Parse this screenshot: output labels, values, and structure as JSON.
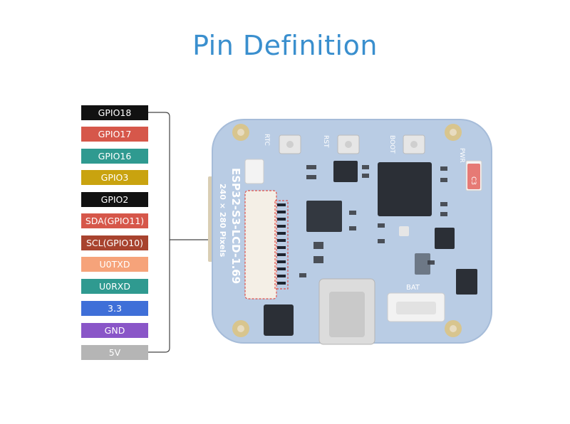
{
  "title": "Pin Definition",
  "pins": [
    {
      "label": "GPIO18",
      "bg": "#111111",
      "fg": "#ffffff"
    },
    {
      "label": "GPIO17",
      "bg": "#d6574a",
      "fg": "#ffffff"
    },
    {
      "label": "GPIO16",
      "bg": "#2f9a90",
      "fg": "#ffffff"
    },
    {
      "label": "GPIO3",
      "bg": "#c9a30f",
      "fg": "#ffffff"
    },
    {
      "label": "GPIO2",
      "bg": "#111111",
      "fg": "#ffffff"
    },
    {
      "label": "SDA(GPIO11)",
      "bg": "#d6574a",
      "fg": "#ffffff"
    },
    {
      "label": "SCL(GPIO10)",
      "bg": "#a8432e",
      "fg": "#ffffff"
    },
    {
      "label": "U0TXD",
      "bg": "#f6a37a",
      "fg": "#ffffff"
    },
    {
      "label": "U0RXD",
      "bg": "#2f9a90",
      "fg": "#ffffff"
    },
    {
      "label": "3.3",
      "bg": "#3f6fd8",
      "fg": "#ffffff"
    },
    {
      "label": "GND",
      "bg": "#8a56c8",
      "fg": "#ffffff"
    },
    {
      "label": "5V",
      "bg": "#b5b5b5",
      "fg": "#ffffff"
    }
  ],
  "board": {
    "name": "ESP32-S3-LCD-1.69",
    "resolution": "240 × 280 Pixels",
    "labels": {
      "rtc": "RTC",
      "rst": "RST",
      "boot": "BOOT",
      "pwr": "PWR",
      "bat": "BAT",
      "c3": "C3"
    },
    "colors": {
      "pcb": "#b9cce4",
      "pcb_edge": "#a6bcd9",
      "highlight": "#e0504a"
    }
  }
}
